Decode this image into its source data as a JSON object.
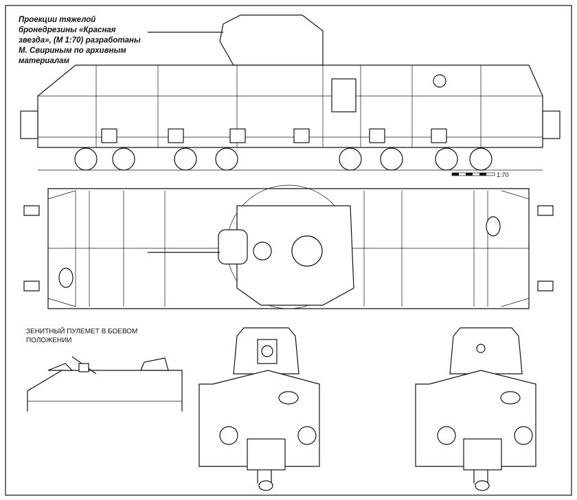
{
  "title": "Проекции тяжелой бронедрезины «Красная звезда», (М 1:70) разработаны М. Свириным по архивным материалам",
  "scale_label": "1:70",
  "aa_label": "ЗЕНИТНЫЙ ПУЛЕМЕТ В БОЕВОМ ПОЛОЖЕНИИ",
  "views": [
    "side-view",
    "top-view",
    "aa-machine-gun-view",
    "front-view",
    "rear-view"
  ]
}
